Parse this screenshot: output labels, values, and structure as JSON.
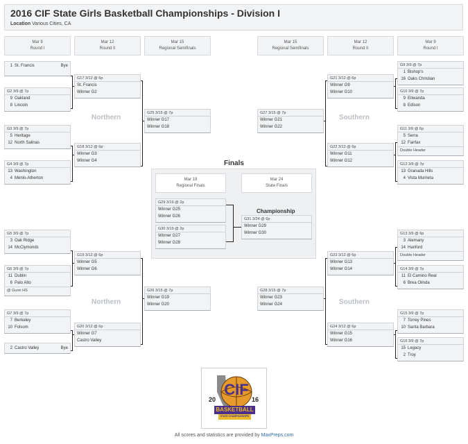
{
  "header": {
    "title": "2016 CIF State Girls Basketball Championships - Division I",
    "location_label": "Location",
    "location_value": "Various Cities, CA"
  },
  "rounds": {
    "left_r1": {
      "date": "Mar 9",
      "name": "Round I"
    },
    "left_r2": {
      "date": "Mar 12",
      "name": "Round II"
    },
    "left_r3": {
      "date": "Mar 15",
      "name": "Regional Semifinals"
    },
    "right_r3": {
      "date": "Mar 15",
      "name": "Regional Semifinals"
    },
    "right_r2": {
      "date": "Mar 12",
      "name": "Round II"
    },
    "right_r1": {
      "date": "Mar 9",
      "name": "Round I"
    }
  },
  "regions": {
    "tl": "Northern",
    "tr": "Southern",
    "bl": "Northern",
    "br": "Southern"
  },
  "r1": {
    "bye1": {
      "seed": "1",
      "team": "St. Francis",
      "bye": "Bye"
    },
    "g2": {
      "header": "G2 3/9 @ 7p",
      "s1": "9",
      "t1": "Oakland",
      "s2": "8",
      "t2": "Lincoln"
    },
    "g3": {
      "header": "G3 3/9 @ 7p",
      "s1": "5",
      "t1": "Heritage",
      "s2": "12",
      "t2": "North Salinas"
    },
    "g4": {
      "header": "G4 3/9 @ 7p",
      "s1": "13",
      "t1": "Washington",
      "s2": "4",
      "t2": "Menlo-Atherton"
    },
    "g5": {
      "header": "G5 3/9 @ 7p",
      "s1": "3",
      "t1": "Oak Ridge",
      "s2": "14",
      "t2": "McClymonds"
    },
    "g6": {
      "header": "G6 3/9 @ 7p",
      "s1": "11",
      "t1": "Dublin",
      "s2": "6",
      "t2": "Palo Alto",
      "note": "@ Gunn HS"
    },
    "g7": {
      "header": "G7 3/9 @ 7p",
      "s1": "7",
      "t1": "Berkeley",
      "s2": "10",
      "t2": "Folsom"
    },
    "bye2": {
      "seed": "2",
      "team": "Castro Valley",
      "bye": "Bye"
    },
    "g9": {
      "header": "G9 3/9 @ 7p",
      "s1": "1",
      "t1": "Bishop's",
      "s2": "16",
      "t2": "Oaks Christian"
    },
    "g10": {
      "header": "G10 3/9 @ 7p",
      "s1": "9",
      "t1": "Etiwanda",
      "s2": "8",
      "t2": "Edison"
    },
    "g11": {
      "header": "G11 3/9 @ 6p",
      "s1": "5",
      "t1": "Serra",
      "s2": "12",
      "t2": "Fairfax",
      "note": "Double Header"
    },
    "g12": {
      "header": "G12 3/9 @ 7p",
      "s1": "13",
      "t1": "Granada Hills",
      "s2": "4",
      "t2": "Vista Murrieta"
    },
    "g13": {
      "header": "G13 3/9 @ 6p",
      "s1": "3",
      "t1": "Alemany",
      "s2": "14",
      "t2": "Hanford",
      "note": "Double Header"
    },
    "g14": {
      "header": "G14 3/9 @ 7p",
      "s1": "11",
      "t1": "El Camino Real",
      "s2": "6",
      "t2": "Brea Olinda"
    },
    "g15": {
      "header": "G15 3/9 @ 7p",
      "s1": "7",
      "t1": "Torrey Pines",
      "s2": "10",
      "t2": "Santa Barbara"
    },
    "g16": {
      "header": "G16 3/9 @ 7p",
      "s1": "15",
      "t1": "Legacy",
      "s2": "2",
      "t2": "Troy"
    }
  },
  "r2": {
    "g17": {
      "header": "G17 3/12 @ 6p",
      "t1": "St. Francis",
      "t2": "Winner G2"
    },
    "g18": {
      "header": "G18 3/12 @ 6p",
      "t1": "Winner G3",
      "t2": "Winner G4"
    },
    "g19": {
      "header": "G19 3/12 @ 6p",
      "t1": "Winner G5",
      "t2": "Winner G6"
    },
    "g20": {
      "header": "G20 3/12 @ 6p",
      "t1": "Winner G7",
      "t2": "Castro Valley"
    },
    "g21": {
      "header": "G21 3/12 @ 6p",
      "t1": "Winner G9",
      "t2": "Winner G10"
    },
    "g22": {
      "header": "G22 3/12 @ 6p",
      "t1": "Winner G11",
      "t2": "Winner G12"
    },
    "g23": {
      "header": "G23 3/12 @ 6p",
      "t1": "Winner G13",
      "t2": "Winner G14"
    },
    "g24": {
      "header": "G24 3/12 @ 6p",
      "t1": "Winner G15",
      "t2": "Winner G16"
    }
  },
  "r3": {
    "g25": {
      "header": "G25 3/15 @ 7p",
      "t1": "Winner G17",
      "t2": "Winner G18"
    },
    "g26": {
      "header": "G26 3/15 @ 7p",
      "t1": "Winner G19",
      "t2": "Winner G20"
    },
    "g27": {
      "header": "G27 3/15 @ 7p",
      "t1": "Winner G21",
      "t2": "Winner G22"
    },
    "g28": {
      "header": "G28 3/15 @ 7p",
      "t1": "Winner G23",
      "t2": "Winner G24"
    }
  },
  "finals": {
    "title": "Finals",
    "regional": {
      "date": "Mar 19",
      "name": "Regional Finals"
    },
    "state": {
      "date": "Mar 24",
      "name": "State Finals"
    },
    "g29": {
      "header": "G29 3/19 @ 2p",
      "t1": "Winner G25",
      "t2": "Winner G26"
    },
    "g30": {
      "header": "G30 3/19 @ 2p",
      "t1": "Winner G27",
      "t2": "Winner G28"
    },
    "championship_label": "Championship",
    "g31": {
      "header": "G31 3/24 @ 6p",
      "t1": "Winner G29",
      "t2": "Winner G30"
    }
  },
  "logo": {
    "year_left": "20",
    "year_right": "16",
    "letters": "CIF",
    "banner": "BASKETBALL",
    "sub": "STATE CHAMPIONSHIPS"
  },
  "footer": {
    "text": "All scores and statistics are provided by",
    "link": "MaxPreps.com"
  },
  "colors": {
    "panel": "#f1f3f5",
    "border": "#d6dade",
    "region": "#b9bec4",
    "link": "#2a6bb5"
  }
}
